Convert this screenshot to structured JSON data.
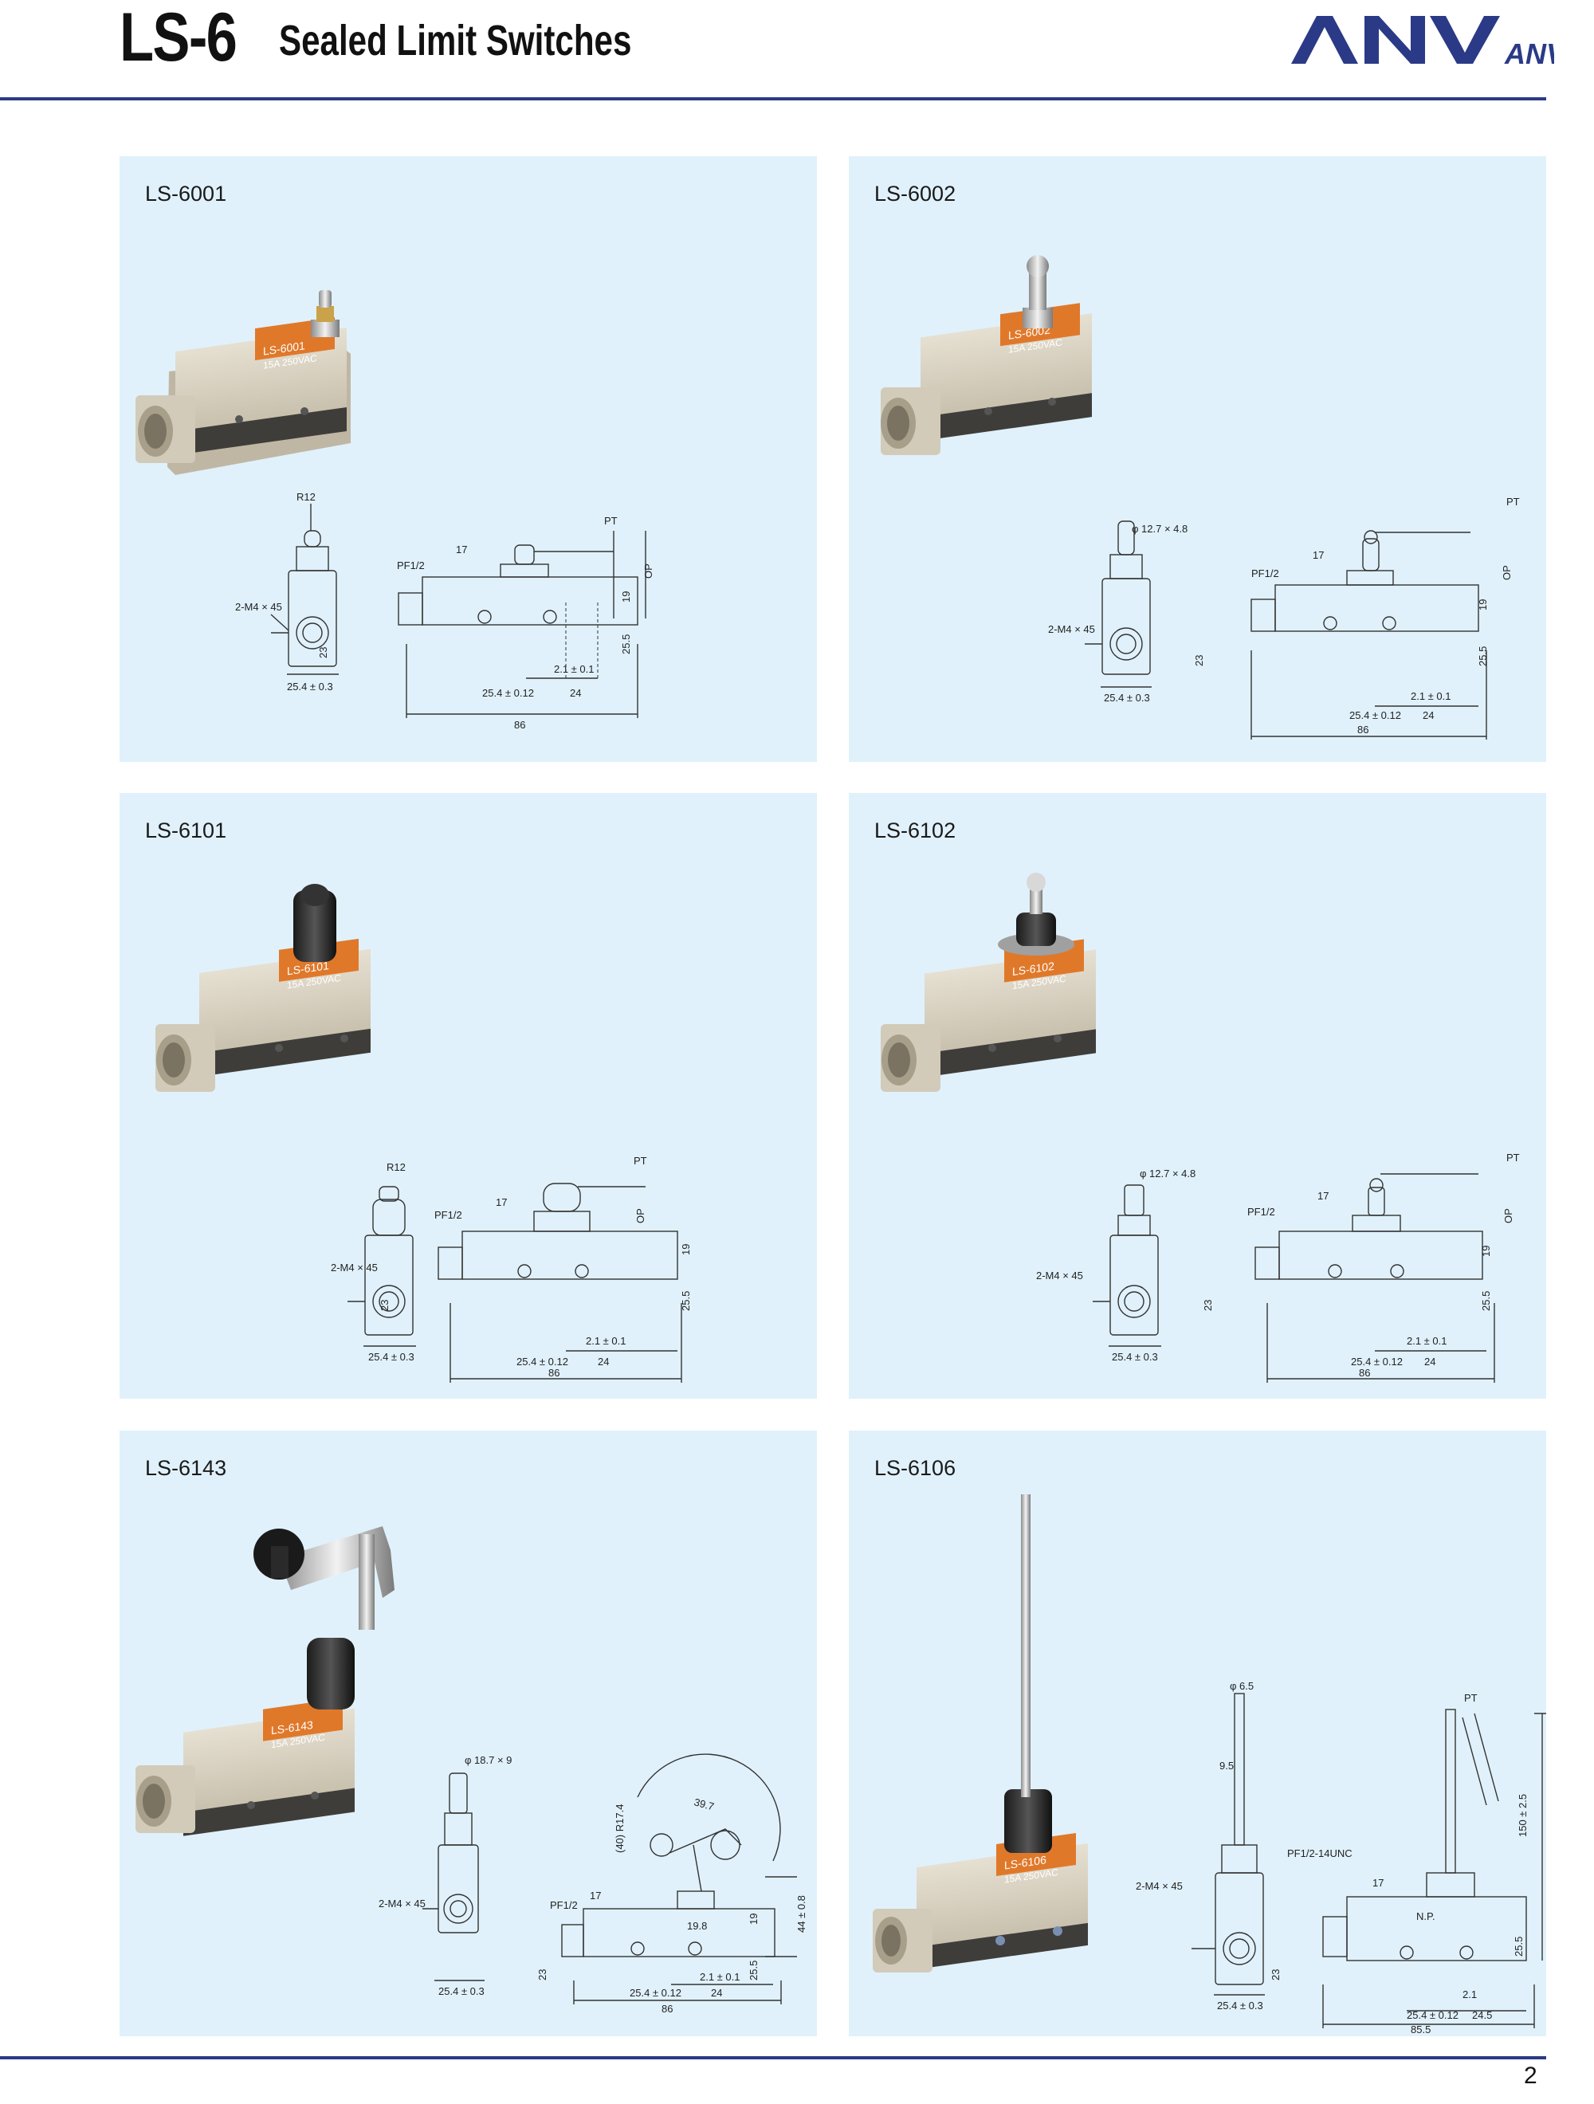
{
  "header": {
    "model": "LS-6",
    "title": "Sealed Limit Switches",
    "brand": "ANV",
    "brand_small": "ANV"
  },
  "colors": {
    "accent": "#2b3a87",
    "panel_bg": "#e0f1fb",
    "label_orange": "#e0782a",
    "body_beige": "#ddd6c6"
  },
  "page_number": "2",
  "panels": [
    {
      "label": "LS-6001",
      "product": {
        "label_model": "LS-6001",
        "label_rating": "15A 250VAC"
      },
      "dims": {
        "top_radius": "R12",
        "screw": "2-M4 × 45",
        "width": "25.4 ± 0.3",
        "height_side": "23",
        "conduit": "PF1/2",
        "offset": "17",
        "pt": "PT",
        "op": "OP",
        "h19": "19",
        "h255": "25.5",
        "tol": "2.1 ± 0.1",
        "spacing": "25.4 ± 0.12",
        "span": "24",
        "length": "86"
      }
    },
    {
      "label": "LS-6002",
      "product": {
        "label_model": "LS-6002",
        "label_rating": "15A 250VAC"
      },
      "dims": {
        "top_radius": "φ 12.7 × 4.8",
        "screw": "2-M4 × 45",
        "width": "25.4 ± 0.3",
        "height_side": "23",
        "conduit": "PF1/2",
        "offset": "17",
        "pt": "PT",
        "op": "OP",
        "h19": "19",
        "h255": "25.5",
        "tol": "2.1 ± 0.1",
        "spacing": "25.4 ± 0.12",
        "span": "24",
        "length": "86"
      }
    },
    {
      "label": "LS-6101",
      "product": {
        "label_model": "LS-6101",
        "label_rating": "15A 250VAC"
      },
      "dims": {
        "top_radius": "R12",
        "screw": "2-M4 × 45",
        "width": "25.4 ± 0.3",
        "height_side": "23",
        "conduit": "PF1/2",
        "offset": "17",
        "pt": "PT",
        "op": "OP",
        "h19": "19",
        "h255": "25.5",
        "tol": "2.1 ± 0.1",
        "spacing": "25.4 ± 0.12",
        "span": "24",
        "length": "86"
      }
    },
    {
      "label": "LS-6102",
      "product": {
        "label_model": "LS-6102",
        "label_rating": "15A 250VAC"
      },
      "dims": {
        "top_radius": "φ 12.7 × 4.8",
        "screw": "2-M4 × 45",
        "width": "25.4 ± 0.3",
        "height_side": "23",
        "conduit": "PF1/2",
        "offset": "17",
        "pt": "PT",
        "op": "OP",
        "h19": "19",
        "h255": "25.5",
        "tol": "2.1 ± 0.1",
        "spacing": "25.4 ± 0.12",
        "span": "24",
        "length": "86"
      }
    },
    {
      "label": "LS-6143",
      "product": {
        "label_model": "LS-6143",
        "label_rating": "15A 250VAC"
      },
      "dims": {
        "top_radius": "φ 18.7 × 9",
        "screw": "2-M4 × 45",
        "width": "25.4 ± 0.3",
        "height_side": "23",
        "conduit": "PF1/2",
        "offset": "17",
        "h19": "19",
        "h255": "25.5",
        "h198": "19.8",
        "r40": "(40) R17.4",
        "d397": "39.7",
        "h44": "44 ± 0.8",
        "tol": "2.1 ± 0.1",
        "spacing": "25.4 ± 0.12",
        "span": "24",
        "length": "86"
      }
    },
    {
      "label": "LS-6106",
      "product": {
        "label_model": "LS-6106",
        "label_rating": "15A 250VAC"
      },
      "dims": {
        "top_radius": "φ 6.5",
        "d95": "9.5",
        "screw": "2-M4 × 45",
        "width": "25.4 ± 0.3",
        "height_side": "23",
        "conduit": "PF1/2-14UNC",
        "offset": "17",
        "pt": "PT",
        "np": "N.P.",
        "h150": "150 ± 2.5",
        "h255": "25.5",
        "tol": "2.1",
        "spacing": "25.4 ± 0.12",
        "span": "24.5",
        "length": "85.5"
      }
    }
  ]
}
